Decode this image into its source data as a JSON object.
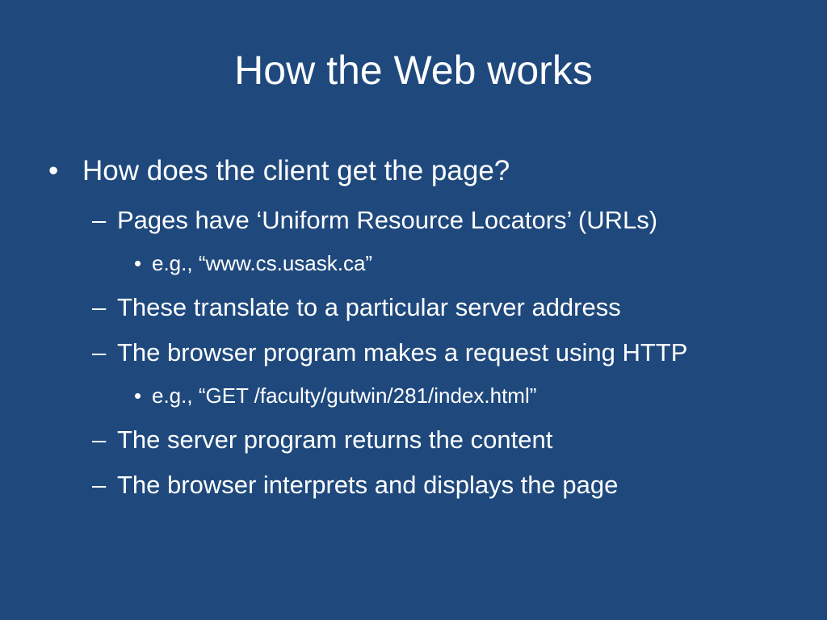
{
  "slide": {
    "title": "How the Web works",
    "bullet_marker": "•",
    "dash_marker": "–",
    "items": [
      {
        "text": "How does the client get the page?"
      },
      {
        "text": "Pages have ‘Uniform Resource Locators’ (URLs)"
      },
      {
        "text": "e.g., “www.cs.usask.ca”"
      },
      {
        "text": "These translate to a particular server address"
      },
      {
        "text": "The browser program makes a request using HTTP"
      },
      {
        "text": "e.g., “GET /faculty/gutwin/281/index.html”"
      },
      {
        "text": "The server program returns the content"
      },
      {
        "text": "The browser interprets and displays the page"
      }
    ]
  },
  "colors": {
    "background": "#1f497d",
    "text": "#ffffff"
  }
}
